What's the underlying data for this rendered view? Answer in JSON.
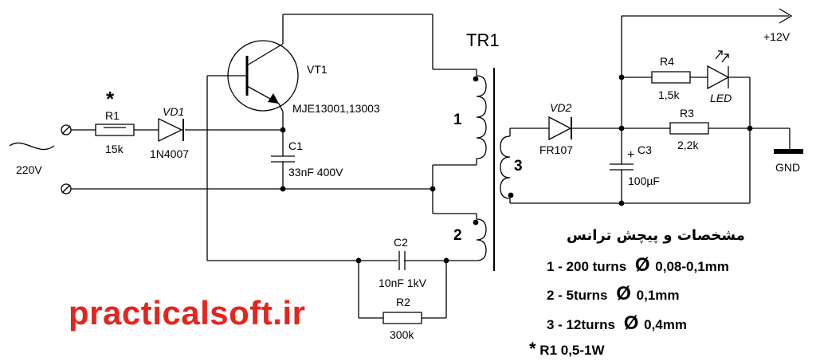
{
  "diagram": {
    "transformer_label": "TR1",
    "winding_1": "1",
    "winding_2": "2",
    "winding_3": "3",
    "input_voltage": "220V",
    "output_voltage": "+12V",
    "ground": "GND",
    "components": {
      "r1_mark": "*",
      "r1_name": "R1",
      "r1_value": "15k",
      "vd1_name": "VD1",
      "vd1_value": "1N4007",
      "vt1_name": "VT1",
      "vt1_value": "MJE13001,13003",
      "c1_name": "C1",
      "c1_value": "33nF 400V",
      "c2_name": "C2",
      "c2_value": "10nF 1kV",
      "r2_name": "R2",
      "r2_value": "300k",
      "vd2_name": "VD2",
      "vd2_value": "FR107",
      "c3_name": "C3",
      "c3_value": "100µF",
      "c3_plus": "+",
      "r3_name": "R3",
      "r3_value": "2,2k",
      "r4_name": "R4",
      "r4_value": "1,5k",
      "led_name": "LED"
    }
  },
  "specs": {
    "title": "مشخصات و پیچش ترانس",
    "line1_prefix": "1 - 200 turns",
    "line1_value": "0,08-0,1mm",
    "line2_prefix": "2 - 5turns",
    "line2_value": "0,1mm",
    "line3_prefix": "3 - 12turns",
    "line3_value": "0,4mm",
    "footnote_mark": "*",
    "footnote_text": "R1  0,5-1W",
    "diameter_symbol": "Ø"
  },
  "watermark": "practicalsoft.ir"
}
